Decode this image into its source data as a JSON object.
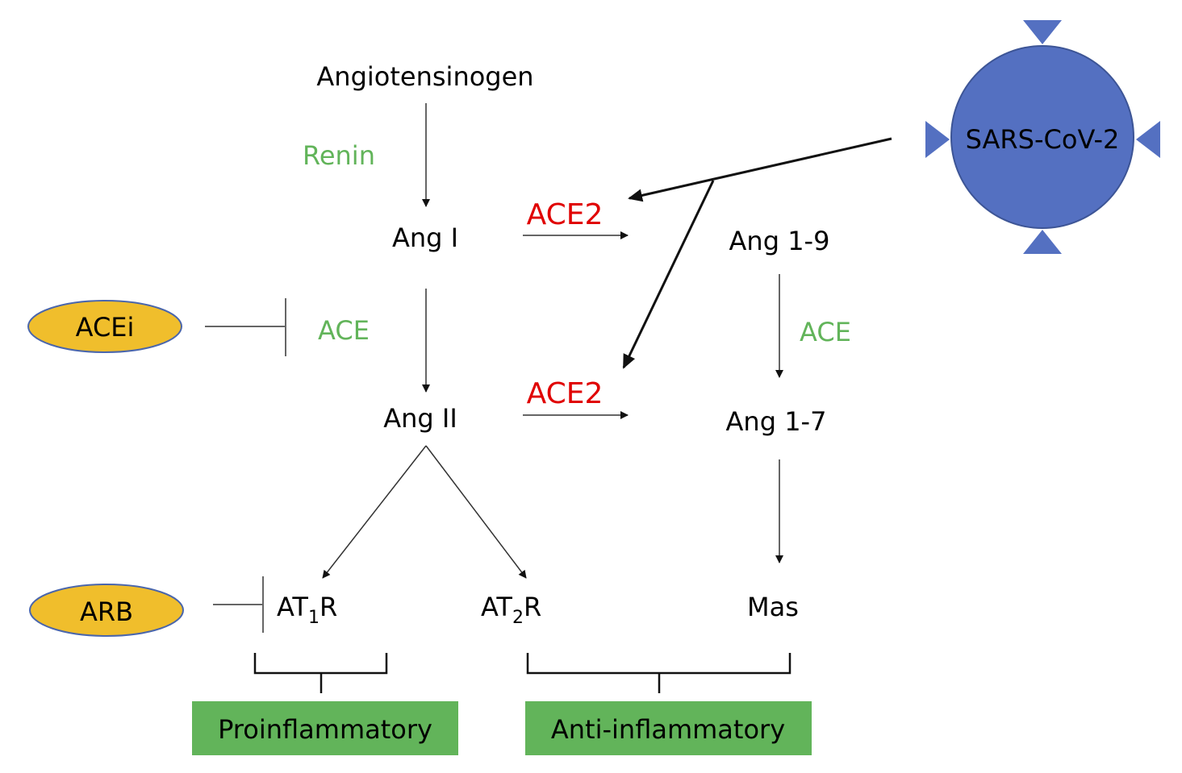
{
  "nodes": {
    "angiotensinogen": "Angiotensinogen",
    "ang1": "Ang I",
    "ang2": "Ang II",
    "ang19": "Ang 1-9",
    "ang17": "Ang 1-7",
    "mas": "Mas",
    "at1r": {
      "base": "AT",
      "sub": "1",
      "end": "R"
    },
    "at2r": {
      "base": "AT",
      "sub": "2",
      "end": "R"
    }
  },
  "enzymes": {
    "renin": "Renin",
    "ace_left": "ACE",
    "ace_right": "ACE",
    "ace2_top": "ACE2",
    "ace2_bottom": "ACE2"
  },
  "drugs": {
    "acei": "ACEi",
    "arb": "ARB"
  },
  "virus": {
    "label": "SARS-CoV-2"
  },
  "outcomes": {
    "pro": "Proinflammatory",
    "anti": "Anti-inflammatory"
  },
  "colors": {
    "enzyme_green": "#62b45a",
    "ace2_red": "#e00000",
    "drug_fill": "#f0be2c",
    "virus_fill": "#5470c1",
    "outcome_box": "#62b45a"
  }
}
